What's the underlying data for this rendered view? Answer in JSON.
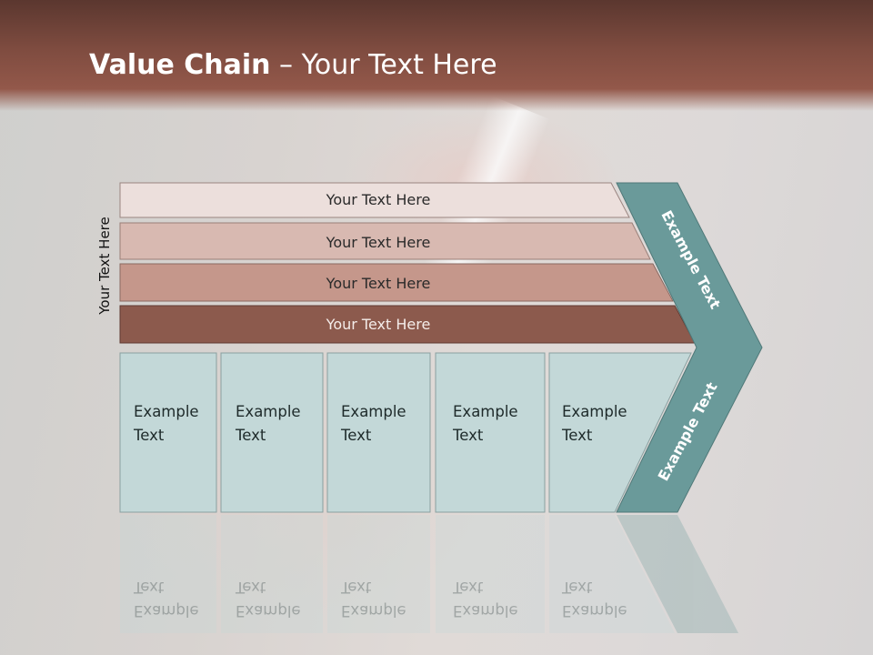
{
  "slide": {
    "title_bold": "Value Chain",
    "title_rest": " – Your Text Here",
    "side_label": "Your Text Here"
  },
  "bars": [
    {
      "label": "Your Text Here",
      "color": "#ecdfdc"
    },
    {
      "label": "Your Text Here",
      "color": "#d8b9b1"
    },
    {
      "label": "Your Text Here",
      "color": "#c5978b"
    },
    {
      "label": "Your Text Here",
      "color": "#8c5a4d"
    }
  ],
  "boxes": [
    {
      "line1": "Example",
      "line2": "Text"
    },
    {
      "line1": "Example",
      "line2": "Text"
    },
    {
      "line1": "Example",
      "line2": "Text"
    },
    {
      "line1": "Example",
      "line2": "Text"
    },
    {
      "line1": "Example",
      "line2": "Text"
    }
  ],
  "chevron": {
    "upper_label": "Example Text",
    "lower_label": "Example Text",
    "color": "#6a9a9a"
  },
  "colors": {
    "box_fill": "#c3d8d8",
    "title_bar": "#7f4c40"
  }
}
